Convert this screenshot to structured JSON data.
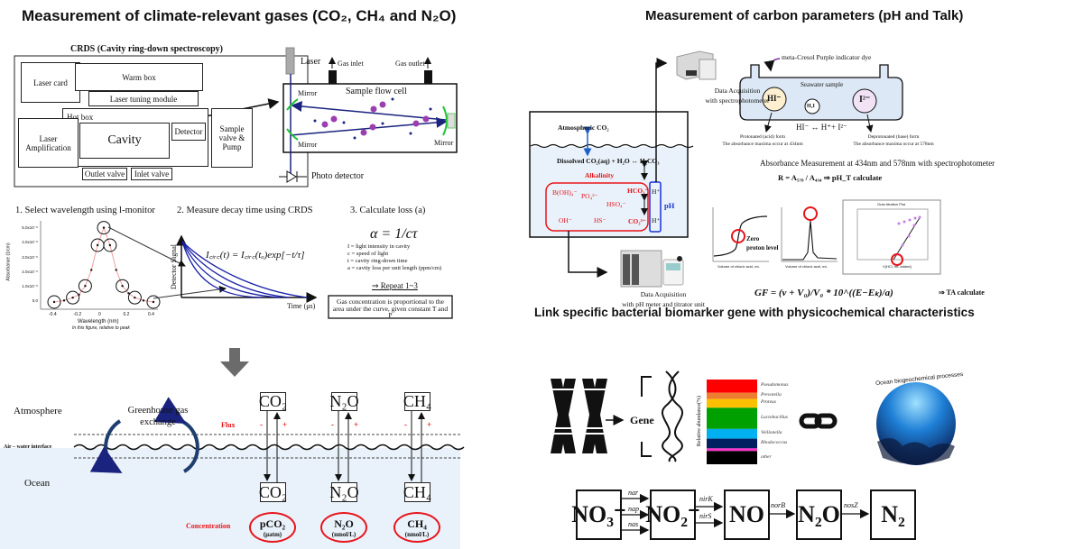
{
  "left": {
    "title": "Measurement of climate-relevant gases (CO₂, CH₄ and N₂O)",
    "crds": {
      "title": "CRDS (Cavity ring-down spectroscopy)",
      "laser_card": "Laser card",
      "warm_box": "Warm box",
      "laser_tuning_module": "Laser tuning module",
      "hot_box": "Hot box",
      "cavity": "Cavity",
      "detector": "Detector",
      "laser_amplification": "Laser Amplification",
      "sample_valve_pump": "Sample valve & Pump",
      "outlet_valve": "Outlet valve",
      "inlet_valve": "Inlet valve"
    },
    "flow_cell": {
      "laser": "Laser",
      "gas_inlet": "Gas inlet",
      "gas_outlet": "Gas outlet",
      "sample_flow_cell": "Sample flow cell",
      "mirror_top": "Mirror",
      "mirror_bottom": "Mirror",
      "mirror_right": "Mirror",
      "photo_detector": "Photo detector"
    },
    "step1": {
      "title": "1. Select wavelength using l-monitor",
      "y_label": "Absorbance (1/cm)",
      "y_ticks": [
        "0.0",
        "1.0x10⁻⁶",
        "2.0x10⁻⁶",
        "3.0x10⁻⁶",
        "4.0x10⁻⁶",
        "5.0x10⁻⁶"
      ],
      "x_ticks": [
        "-0.4",
        "-0.2",
        "0",
        "0.2",
        "0.4"
      ],
      "x_label": "Wavelength (nm)",
      "x_note": "In this figure, relative to peak",
      "points": [
        [
          -0.4,
          0
        ],
        [
          -0.32,
          0.1
        ],
        [
          -0.25,
          0.3
        ],
        [
          -0.2,
          0.5
        ],
        [
          -0.15,
          1.1
        ],
        [
          -0.1,
          2.2
        ],
        [
          -0.05,
          3.9
        ],
        [
          0,
          5.1
        ],
        [
          0.05,
          3.9
        ],
        [
          0.1,
          2.2
        ],
        [
          0.15,
          1.1
        ],
        [
          0.2,
          0.6
        ],
        [
          0.25,
          0.3
        ],
        [
          0.32,
          0.1
        ],
        [
          0.4,
          0
        ]
      ]
    },
    "step2": {
      "title": "2. Measure decay time using CRDS",
      "y_label": "Detector Signal",
      "x_label": "Time (μs)",
      "formula": "I꜀ᵢᵣ꜀(t) = I꜀ᵢᵣ꜀(tₒ)exp[−t/τ]"
    },
    "step3": {
      "title": "3. Calculate loss (a)",
      "formula": "α = 1/cτ",
      "defs": [
        "I = light intensity in cavity",
        "c = speed of light",
        "t = cavity ring-down time",
        "a = cavity loss per unit length (ppm/cm)"
      ],
      "repeat": "⇒ Repeat 1~3",
      "note": "Gas concentration is proportional to the area under the curve, given constant T and P"
    },
    "exchange": {
      "atmosphere": "Atmosphere",
      "ocean": "Ocean",
      "interface": "Air – water interface",
      "greenhouse": "Greenhouse gas exchange",
      "flux": "Flux",
      "minus": "-",
      "plus": "+",
      "concentration": "Concentration",
      "gases": [
        {
          "top": "CO₂",
          "bottom": "CO₂",
          "conc": "pCO₂",
          "unit": "(μatm)"
        },
        {
          "top": "N₂O",
          "bottom": "N₂O",
          "conc": "N₂O",
          "unit": "(nmol/L)"
        },
        {
          "top": "CH₄",
          "bottom": "CH₄",
          "conc": "CH₄",
          "unit": "(nmol/L)"
        }
      ]
    }
  },
  "right": {
    "title": "Measurement of carbon parameters (pH and Talk)",
    "spectro_label": [
      "Data Acquisition",
      "with spectrophotometer"
    ],
    "ocean": {
      "atmospheric_co2": "Atmospheric CO₂",
      "dissolved": "Dissolved CO₂(aq) + H₂O ↔ H₂CO₃",
      "alkalinity": "Alkalinity",
      "species": [
        "B(OH)₄⁻",
        "PO₄³⁻",
        "HSO₄⁻",
        "HCO₃⁻",
        "OH⁻",
        "HS⁻",
        "CO₃²⁻"
      ],
      "h_plus": "H⁺",
      "ph": "pH"
    },
    "titrator_label": [
      "Data Acquisition",
      "with pH meter and titrator unit"
    ],
    "cell": {
      "dye": "meta-Cresol Purple indicator dye",
      "seawater": "Seawater sample",
      "hi": "HI⁻",
      "h2i": "H₂I",
      "i2": "I²⁻",
      "equation": "HI⁻ ↔ H⁺+ I²⁻",
      "acid": [
        "Protonated (acid) form",
        "The absorbance maxima occur at 434nm"
      ],
      "base": [
        "Deprotonated (base) form",
        "The absorbance maxima occur at 578nm"
      ],
      "absorbance": "Absorbance Measurement at 434nm and 578nm with spectrophotometer",
      "ratio": "R = A₅₇₈ / A₄₃₄  ⇒  pH_T calculate"
    },
    "titration": {
      "plot1_xlabel": "Volume of chloric acid, mL",
      "plot2_xlabel": "Volume of chloric acid, mL",
      "zero_proton": [
        "Zero",
        "proton level"
      ],
      "gran_title": "Gran titration Plot",
      "gran_xlabel": "V(HCl, mL added)",
      "gf_formula": "GF = (v + V₀)/V₀ * 10^((E−Eₖ)/a)",
      "ta": "⇒  TA calculate"
    },
    "biomarker": {
      "title": "Link specific bacterial biomarker gene with physicochemical characteristics",
      "gene": "Gene",
      "y_label": "Relative abundance(%)",
      "taxa": [
        {
          "name": "Pseudomonas",
          "color": "#ff0000",
          "value": 15
        },
        {
          "name": "Prevotella",
          "color": "#ed7d31",
          "value": 7
        },
        {
          "name": "Proteus",
          "color": "#ffc000",
          "value": 10
        },
        {
          "name": "Lactobacillus",
          "color": "#00a000",
          "value": 24
        },
        {
          "name": "Veillonella",
          "color": "#00b0f0",
          "value": 11
        },
        {
          "name": "Rhodococcus",
          "color": "#002060",
          "value": 11
        },
        {
          "name": "",
          "color": "#ff33cc",
          "value": 3
        },
        {
          "name": "other",
          "color": "#000000",
          "value": 15
        }
      ],
      "globe_label": "Ocean biogeochemical processes"
    },
    "denitrification": {
      "nodes": [
        "NO₃⁻",
        "NO₂⁻",
        "NO",
        "N₂O",
        "N₂"
      ],
      "genes_1": [
        "nar",
        "nap",
        "nas"
      ],
      "genes_2": [
        "nirK",
        "nirS"
      ],
      "gene_3": "norB",
      "gene_4": "nosZ"
    }
  }
}
